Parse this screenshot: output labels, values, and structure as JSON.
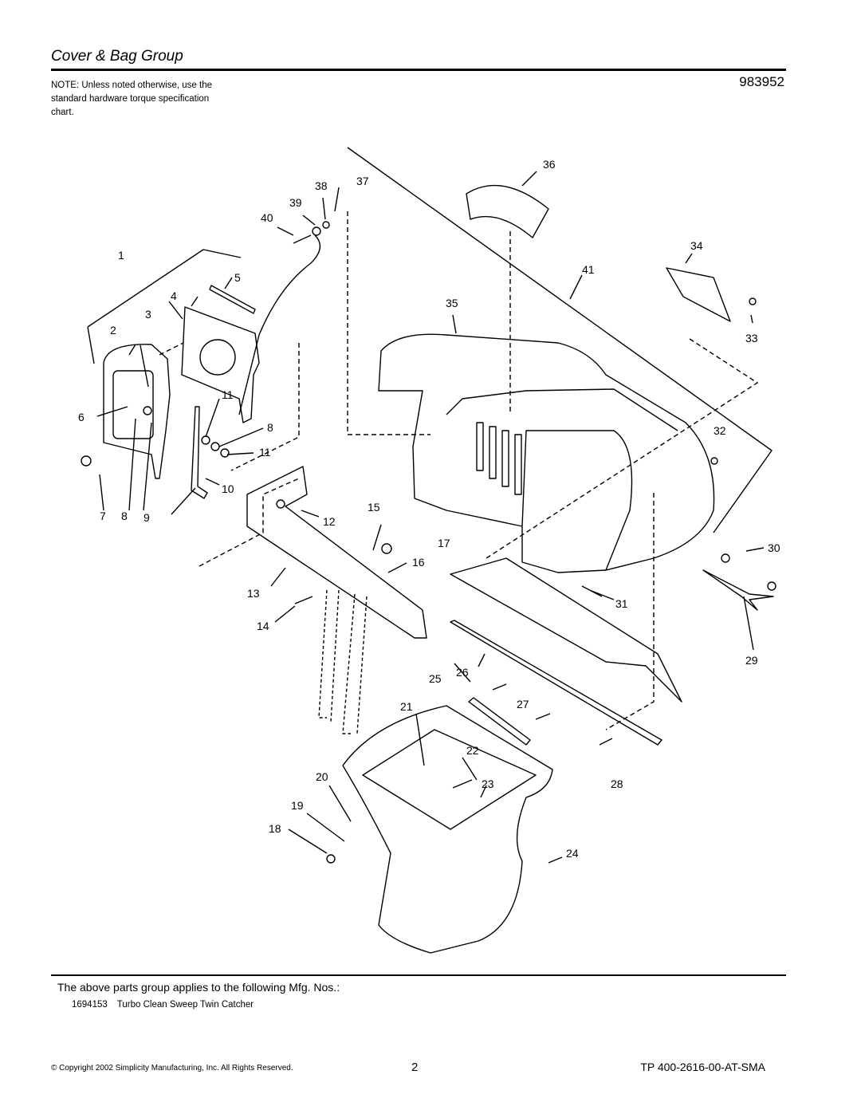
{
  "header": {
    "title": "Cover & Bag Group",
    "note": "NOTE: Unless noted otherwise, use the standard hardware torque specification chart.",
    "doc_number": "983952"
  },
  "callouts": [
    "1",
    "2",
    "3",
    "4",
    "5",
    "6",
    "7",
    "8",
    "9",
    "10",
    "11",
    "12",
    "13",
    "14",
    "15",
    "16",
    "17",
    "18",
    "19",
    "20",
    "21",
    "22",
    "23",
    "24",
    "25",
    "26",
    "27",
    "28",
    "29",
    "30",
    "31",
    "32",
    "33",
    "34",
    "35",
    "36",
    "37",
    "38",
    "39",
    "40",
    "41"
  ],
  "footer": {
    "applies_text": "The above parts group applies to the following Mfg. Nos.:",
    "mfg_number": "1694153",
    "mfg_description": "Turbo Clean Sweep Twin Catcher",
    "copyright": "© Copyright 2002 Simplicity Manufacturing, Inc. All Rights Reserved.",
    "page": "2",
    "tp_number": "TP 400-2616-00-AT-SMA"
  }
}
